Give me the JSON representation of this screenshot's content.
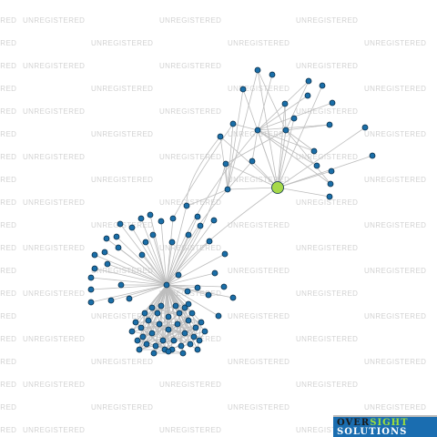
{
  "watermark": {
    "text": "UNREGISTERED"
  },
  "logo": {
    "part1": "OVER",
    "part2": "SIGHT",
    "part3": "SOLUTIONS"
  },
  "colors": {
    "node_fill": "#1a6ea8",
    "node_stroke": "#0b2f4a",
    "focus_fill": "#a6d94a",
    "edge": "#bdbdbd",
    "background": "#ffffff"
  },
  "graph": {
    "focus_node": "highlighted company (green)",
    "node_shape": "circle"
  }
}
